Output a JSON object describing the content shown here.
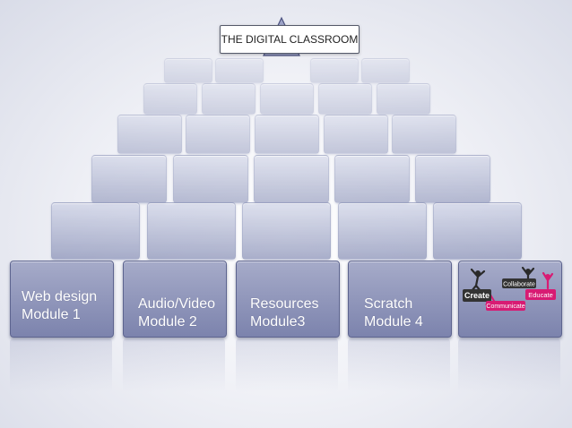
{
  "title": "THE DIGITAL CLASSROOM",
  "modules": [
    {
      "line1": "Web design",
      "line2": "Module 1"
    },
    {
      "line1": "Audio/Video",
      "line2": "Module 2"
    },
    {
      "line1": "Resources",
      "line2": "Module3"
    },
    {
      "line1": "Scratch",
      "line2": "Module 4"
    }
  ],
  "logo": {
    "collaborate": "Collaborate",
    "create": "Create",
    "educate": "Educate",
    "communicate": "Communicate"
  },
  "colors": {
    "tile": "#8a90b8",
    "tile_border": "#5d648f",
    "logo_pink": "#d81b73",
    "logo_dark": "#333333"
  }
}
